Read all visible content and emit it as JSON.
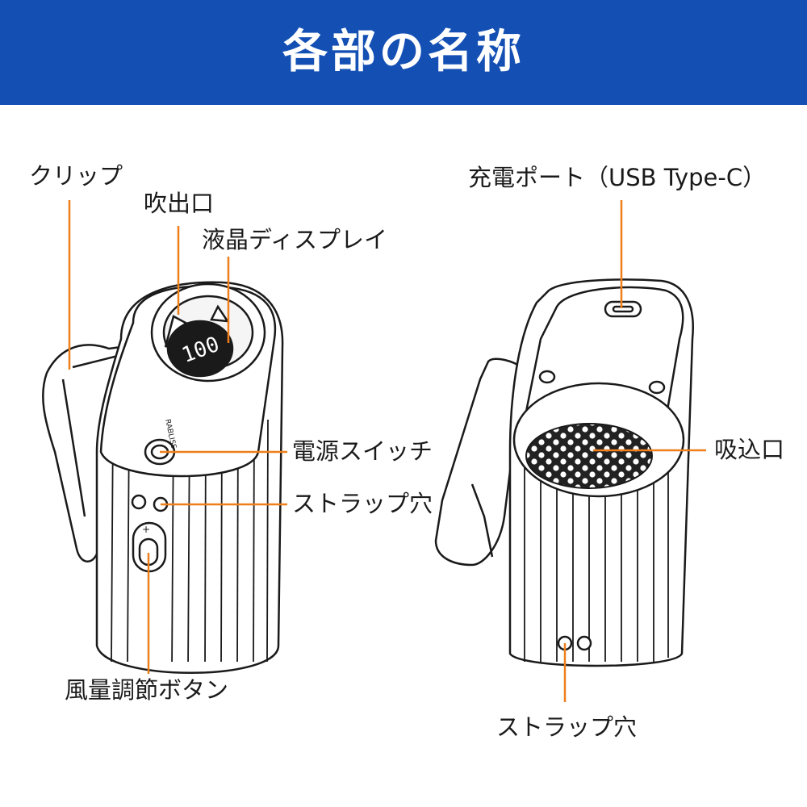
{
  "header": {
    "title": "各部の名称"
  },
  "labels": {
    "clip": "クリップ",
    "outlet": "吹出口",
    "display": "液晶ディスプレイ",
    "power_switch": "電源スイッチ",
    "strap_hole_left": "ストラップ穴",
    "fan_button": "風量調節ボタン",
    "charge_port": "充電ポート（USB Type-C）",
    "intake": "吸込口",
    "strap_hole_right": "ストラップ穴"
  },
  "device": {
    "display_value": "100",
    "brand": "RABLISS",
    "plus_sign": "+"
  },
  "colors": {
    "header_bg": "#1450b4",
    "leader_line": "#ee7f1a",
    "display_bg": "#1a1a1a"
  }
}
